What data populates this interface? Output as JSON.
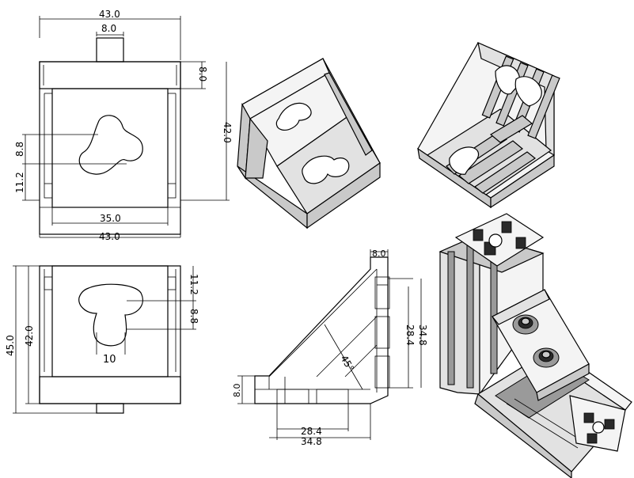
{
  "front_view": {
    "top_width": "43.0",
    "tab_width": "8.0",
    "tab_height": "8.0",
    "height": "42.0",
    "slot_upper": "8.8",
    "slot_lower": "11.2",
    "inner_width": "35.0",
    "bottom_width": "43.0"
  },
  "side_view": {
    "outer_height": "45.0",
    "inner_height": "42.0",
    "slot_upper": "11.2",
    "slot_lower": "8.8",
    "slot_width": "10"
  },
  "profile_view": {
    "top_thickness": "8.0",
    "side_thickness": "8.0",
    "angle": "45°",
    "v_inner": "28.4",
    "v_outer": "34.8",
    "h_inner": "28.4",
    "h_outer": "34.8"
  },
  "iso_views": [
    "angle-bracket-front-iso",
    "angle-bracket-back-iso",
    "bracket-on-aluminium-profiles"
  ]
}
